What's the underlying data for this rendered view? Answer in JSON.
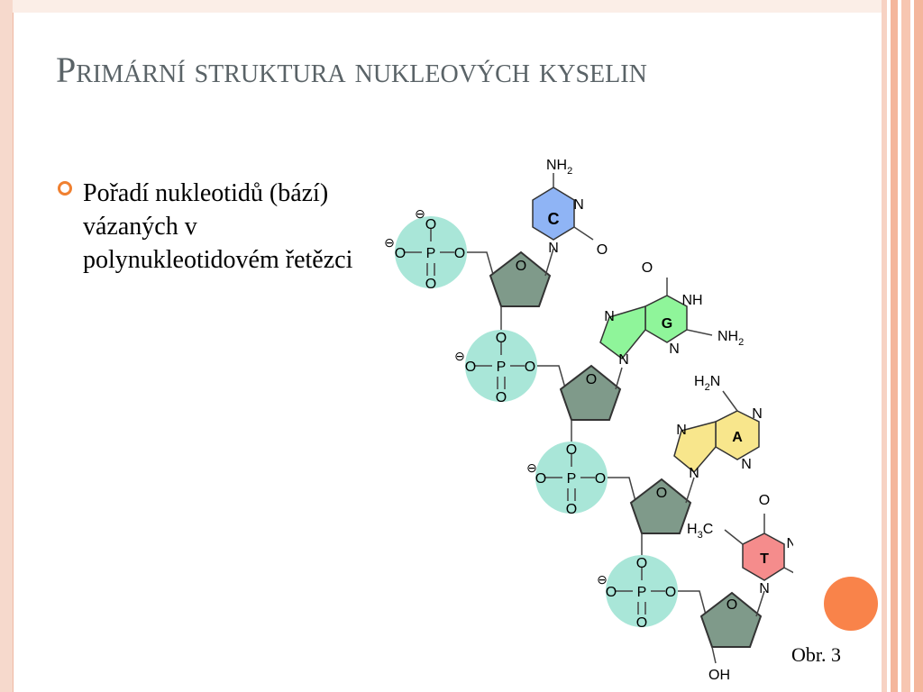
{
  "slide": {
    "title": "Primární struktura nukleových kyselin",
    "bullet": "Pořadí nukleotidů (bází) vázaných v polynukleotidovém řetězci",
    "caption": "Obr. 3"
  },
  "diagram": {
    "bases": {
      "C": "C",
      "G": "G",
      "A": "A",
      "T": "T"
    },
    "labels": {
      "NH2": "NH",
      "sub2": "2",
      "H2": "H",
      "H3": "H",
      "N": "N",
      "NH": "NH",
      "O": "O",
      "P": "P",
      "C": "C",
      "OH": "OH",
      "minus": "⊖"
    },
    "colors": {
      "cytosine": "#8fb4f5",
      "guanine": "#8ff59a",
      "adenine": "#f8e68c",
      "thymine": "#f58c8c",
      "phosphate": "#a9e6d8",
      "sugar": "#7f9a8a",
      "accent": "#f9834a"
    }
  }
}
